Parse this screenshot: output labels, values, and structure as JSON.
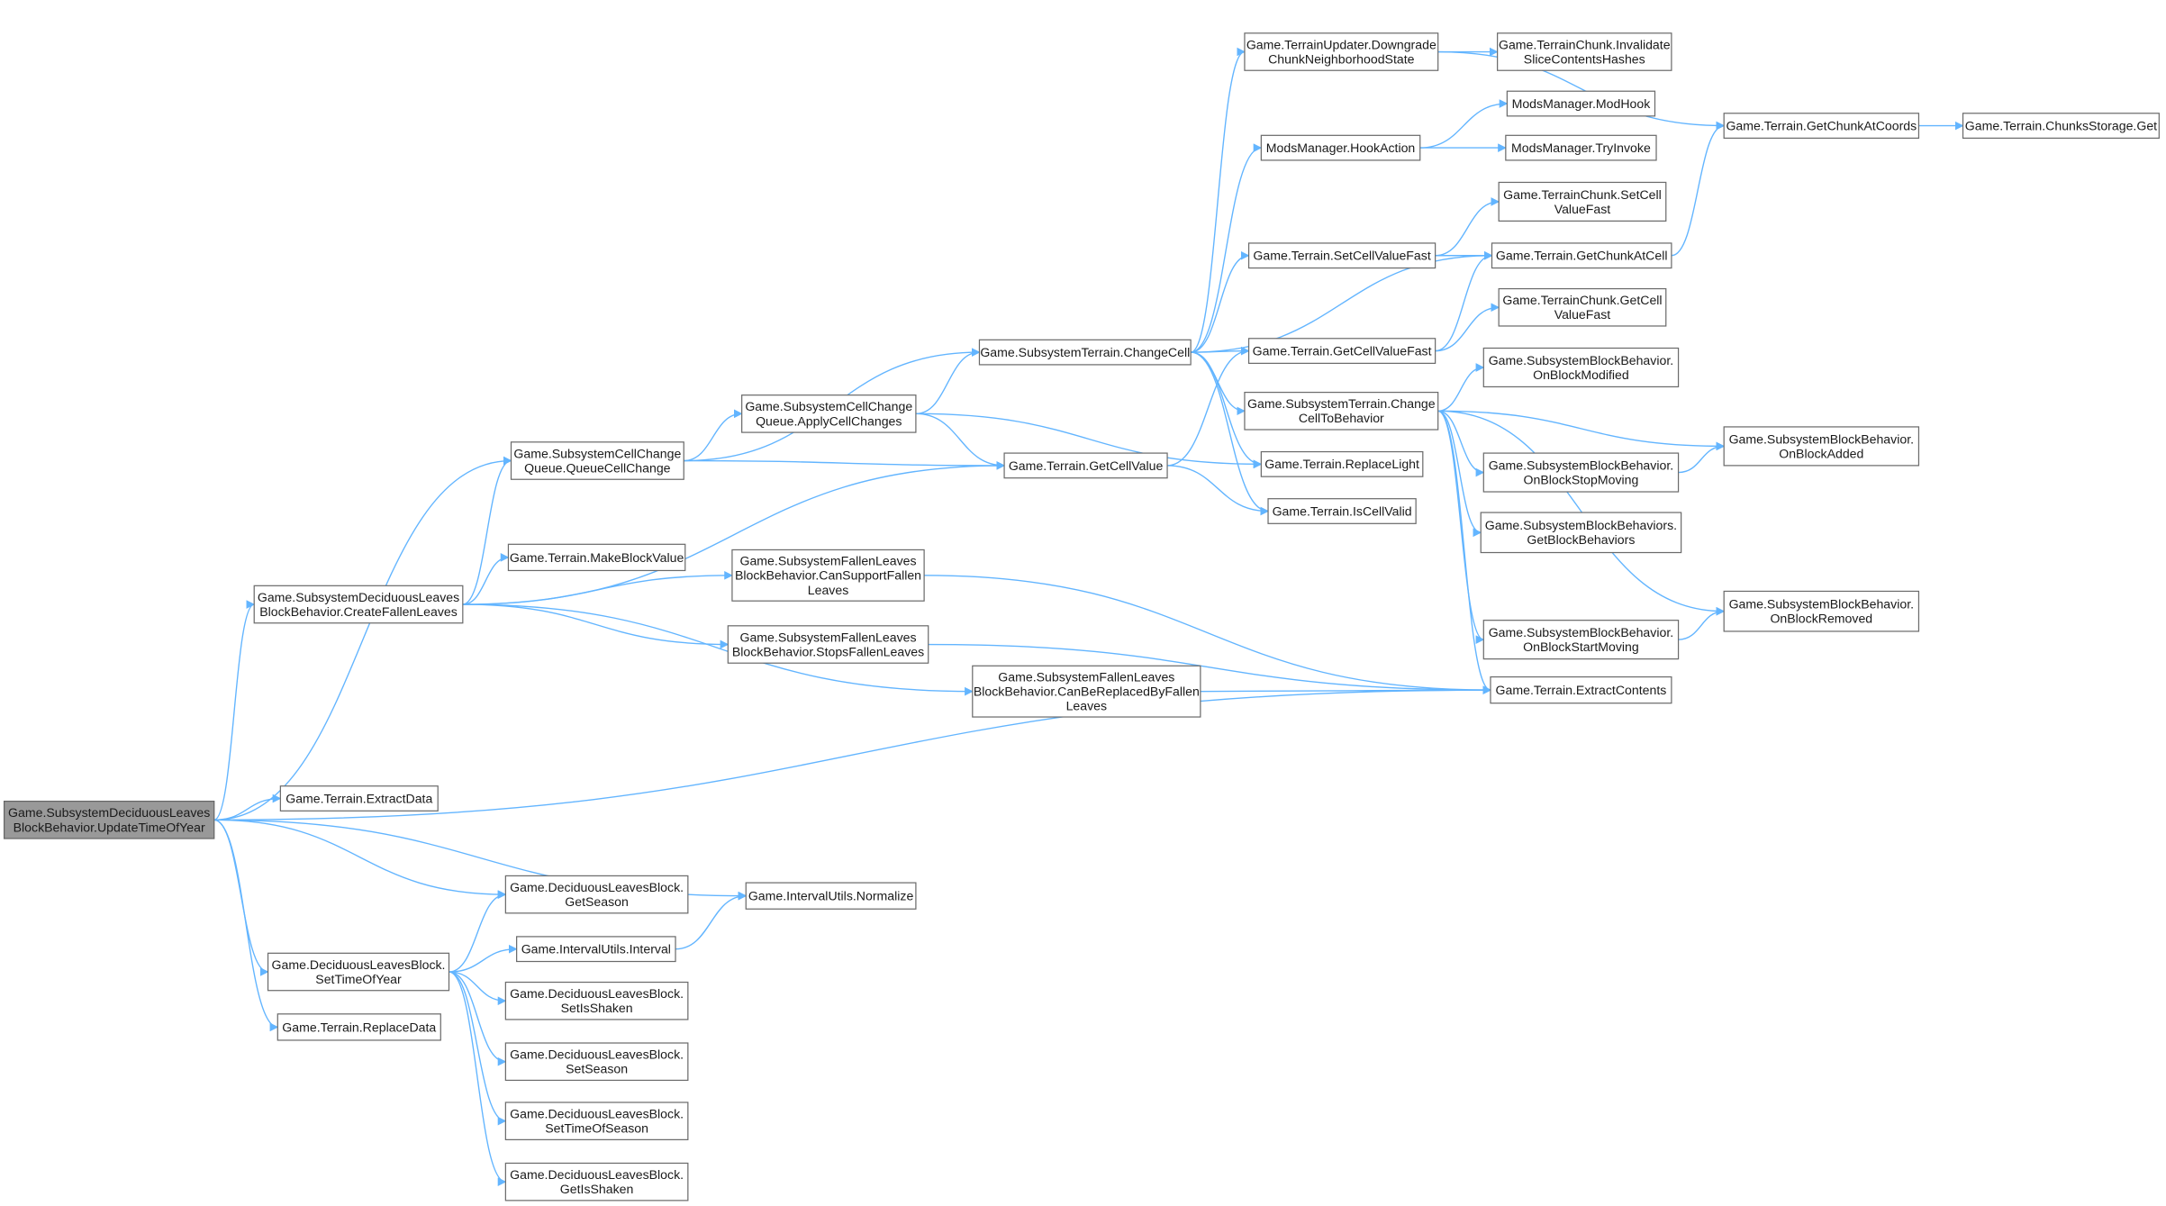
{
  "colors": {
    "edge": "#63b5ff",
    "root_fill": "#999999",
    "node_fill": "#ffffff",
    "node_border": "#6b6b6b"
  },
  "nodes": [
    {
      "id": "uty",
      "lines": [
        "Game.SubsystemDeciduousLeaves",
        "BlockBehavior.UpdateTimeOfYear"
      ],
      "root": true
    },
    {
      "id": "qcc",
      "lines": [
        "Game.SubsystemCellChange",
        "Queue.QueueCellChange"
      ]
    },
    {
      "id": "cfl",
      "lines": [
        "Game.SubsystemDeciduousLeaves",
        "BlockBehavior.CreateFallenLeaves"
      ]
    },
    {
      "id": "mbv",
      "lines": [
        "Game.Terrain.MakeBlockValue"
      ]
    },
    {
      "id": "csf",
      "lines": [
        "Game.SubsystemFallenLeaves",
        "BlockBehavior.CanSupportFallen",
        "Leaves"
      ]
    },
    {
      "id": "sfl",
      "lines": [
        "Game.SubsystemFallenLeaves",
        "BlockBehavior.StopsFallenLeaves"
      ]
    },
    {
      "id": "cbr",
      "lines": [
        "Game.SubsystemFallenLeaves",
        "BlockBehavior.CanBeReplacedByFallen",
        "Leaves"
      ]
    },
    {
      "id": "exd",
      "lines": [
        "Game.Terrain.ExtractData"
      ]
    },
    {
      "id": "nrm",
      "lines": [
        "Game.IntervalUtils.Normalize"
      ]
    },
    {
      "id": "gse",
      "lines": [
        "Game.DeciduousLeavesBlock.",
        "GetSeason"
      ]
    },
    {
      "id": "sty",
      "lines": [
        "Game.DeciduousLeavesBlock.",
        "SetTimeOfYear"
      ]
    },
    {
      "id": "itv",
      "lines": [
        "Game.IntervalUtils.Interval"
      ]
    },
    {
      "id": "sis",
      "lines": [
        "Game.DeciduousLeavesBlock.",
        "SetIsShaken"
      ]
    },
    {
      "id": "rpd",
      "lines": [
        "Game.Terrain.ReplaceData"
      ]
    },
    {
      "id": "sse",
      "lines": [
        "Game.DeciduousLeavesBlock.",
        "SetSeason"
      ]
    },
    {
      "id": "sts",
      "lines": [
        "Game.DeciduousLeavesBlock.",
        "SetTimeOfSeason"
      ]
    },
    {
      "id": "gis",
      "lines": [
        "Game.DeciduousLeavesBlock.",
        "GetIsShaken"
      ]
    },
    {
      "id": "acc",
      "lines": [
        "Game.SubsystemCellChange",
        "Queue.ApplyCellChanges"
      ]
    },
    {
      "id": "chc",
      "lines": [
        "Game.SubsystemTerrain.ChangeCell"
      ]
    },
    {
      "id": "gcv",
      "lines": [
        "Game.Terrain.GetCellValue"
      ]
    },
    {
      "id": "dcn",
      "lines": [
        "Game.TerrainUpdater.Downgrade",
        "ChunkNeighborhoodState"
      ]
    },
    {
      "id": "isc",
      "lines": [
        "Game.TerrainChunk.Invalidate",
        "SliceContentsHashes"
      ]
    },
    {
      "id": "mmh",
      "lines": [
        "ModsManager.ModHook"
      ]
    },
    {
      "id": "hka",
      "lines": [
        "ModsManager.HookAction"
      ]
    },
    {
      "id": "tri",
      "lines": [
        "ModsManager.TryInvoke"
      ]
    },
    {
      "id": "gcc",
      "lines": [
        "Game.Terrain.GetChunkAtCoords"
      ]
    },
    {
      "id": "csg",
      "lines": [
        "Game.Terrain.ChunksStorage.Get"
      ]
    },
    {
      "id": "tcs",
      "lines": [
        "Game.TerrainChunk.SetCell",
        "ValueFast"
      ]
    },
    {
      "id": "scf",
      "lines": [
        "Game.Terrain.SetCellValueFast"
      ]
    },
    {
      "id": "gac",
      "lines": [
        "Game.Terrain.GetChunkAtCell"
      ]
    },
    {
      "id": "tcg",
      "lines": [
        "Game.TerrainChunk.GetCell",
        "ValueFast"
      ]
    },
    {
      "id": "gcf",
      "lines": [
        "Game.Terrain.GetCellValueFast"
      ]
    },
    {
      "id": "obm",
      "lines": [
        "Game.SubsystemBlockBehavior.",
        "OnBlockModified"
      ]
    },
    {
      "id": "cctb",
      "lines": [
        "Game.SubsystemTerrain.Change",
        "CellToBehavior"
      ]
    },
    {
      "id": "oba",
      "lines": [
        "Game.SubsystemBlockBehavior.",
        "OnBlockAdded"
      ]
    },
    {
      "id": "rpl",
      "lines": [
        "Game.Terrain.ReplaceLight"
      ]
    },
    {
      "id": "osm",
      "lines": [
        "Game.SubsystemBlockBehavior.",
        "OnBlockStopMoving"
      ]
    },
    {
      "id": "icv",
      "lines": [
        "Game.Terrain.IsCellValid"
      ]
    },
    {
      "id": "gbb",
      "lines": [
        "Game.SubsystemBlockBehaviors.",
        "GetBlockBehaviors"
      ]
    },
    {
      "id": "obr",
      "lines": [
        "Game.SubsystemBlockBehavior.",
        "OnBlockRemoved"
      ]
    },
    {
      "id": "ost",
      "lines": [
        "Game.SubsystemBlockBehavior.",
        "OnBlockStartMoving"
      ]
    },
    {
      "id": "exc",
      "lines": [
        "Game.Terrain.ExtractContents"
      ]
    }
  ],
  "edges": [
    [
      "uty",
      "qcc"
    ],
    [
      "uty",
      "cfl"
    ],
    [
      "uty",
      "exc"
    ],
    [
      "uty",
      "exd"
    ],
    [
      "uty",
      "nrm"
    ],
    [
      "uty",
      "gse"
    ],
    [
      "uty",
      "sty"
    ],
    [
      "uty",
      "rpd"
    ],
    [
      "cfl",
      "qcc"
    ],
    [
      "cfl",
      "gcv"
    ],
    [
      "cfl",
      "mbv"
    ],
    [
      "cfl",
      "csf"
    ],
    [
      "cfl",
      "sfl"
    ],
    [
      "cfl",
      "cbr"
    ],
    [
      "qcc",
      "acc"
    ],
    [
      "qcc",
      "chc"
    ],
    [
      "qcc",
      "gcv"
    ],
    [
      "acc",
      "chc"
    ],
    [
      "acc",
      "gcv"
    ],
    [
      "acc",
      "rpl"
    ],
    [
      "chc",
      "dcn"
    ],
    [
      "chc",
      "hka"
    ],
    [
      "chc",
      "scf"
    ],
    [
      "chc",
      "gac"
    ],
    [
      "chc",
      "gcf"
    ],
    [
      "chc",
      "cctb"
    ],
    [
      "chc",
      "rpl"
    ],
    [
      "chc",
      "icv"
    ],
    [
      "gcv",
      "gcf"
    ],
    [
      "gcv",
      "icv"
    ],
    [
      "dcn",
      "isc"
    ],
    [
      "dcn",
      "gcc"
    ],
    [
      "hka",
      "mmh"
    ],
    [
      "hka",
      "tri"
    ],
    [
      "scf",
      "tcs"
    ],
    [
      "scf",
      "gac"
    ],
    [
      "gcf",
      "gac"
    ],
    [
      "gcf",
      "tcg"
    ],
    [
      "gac",
      "gcc"
    ],
    [
      "gcc",
      "csg"
    ],
    [
      "cctb",
      "obm"
    ],
    [
      "cctb",
      "oba"
    ],
    [
      "cctb",
      "osm"
    ],
    [
      "cctb",
      "gbb"
    ],
    [
      "cctb",
      "obr"
    ],
    [
      "cctb",
      "ost"
    ],
    [
      "cctb",
      "exc"
    ],
    [
      "osm",
      "oba"
    ],
    [
      "ost",
      "obr"
    ],
    [
      "csf",
      "exc"
    ],
    [
      "sfl",
      "exc"
    ],
    [
      "cbr",
      "exc"
    ],
    [
      "sty",
      "gse"
    ],
    [
      "sty",
      "itv"
    ],
    [
      "sty",
      "sis"
    ],
    [
      "sty",
      "sse"
    ],
    [
      "sty",
      "sts"
    ],
    [
      "sty",
      "gis"
    ],
    [
      "itv",
      "nrm"
    ]
  ]
}
